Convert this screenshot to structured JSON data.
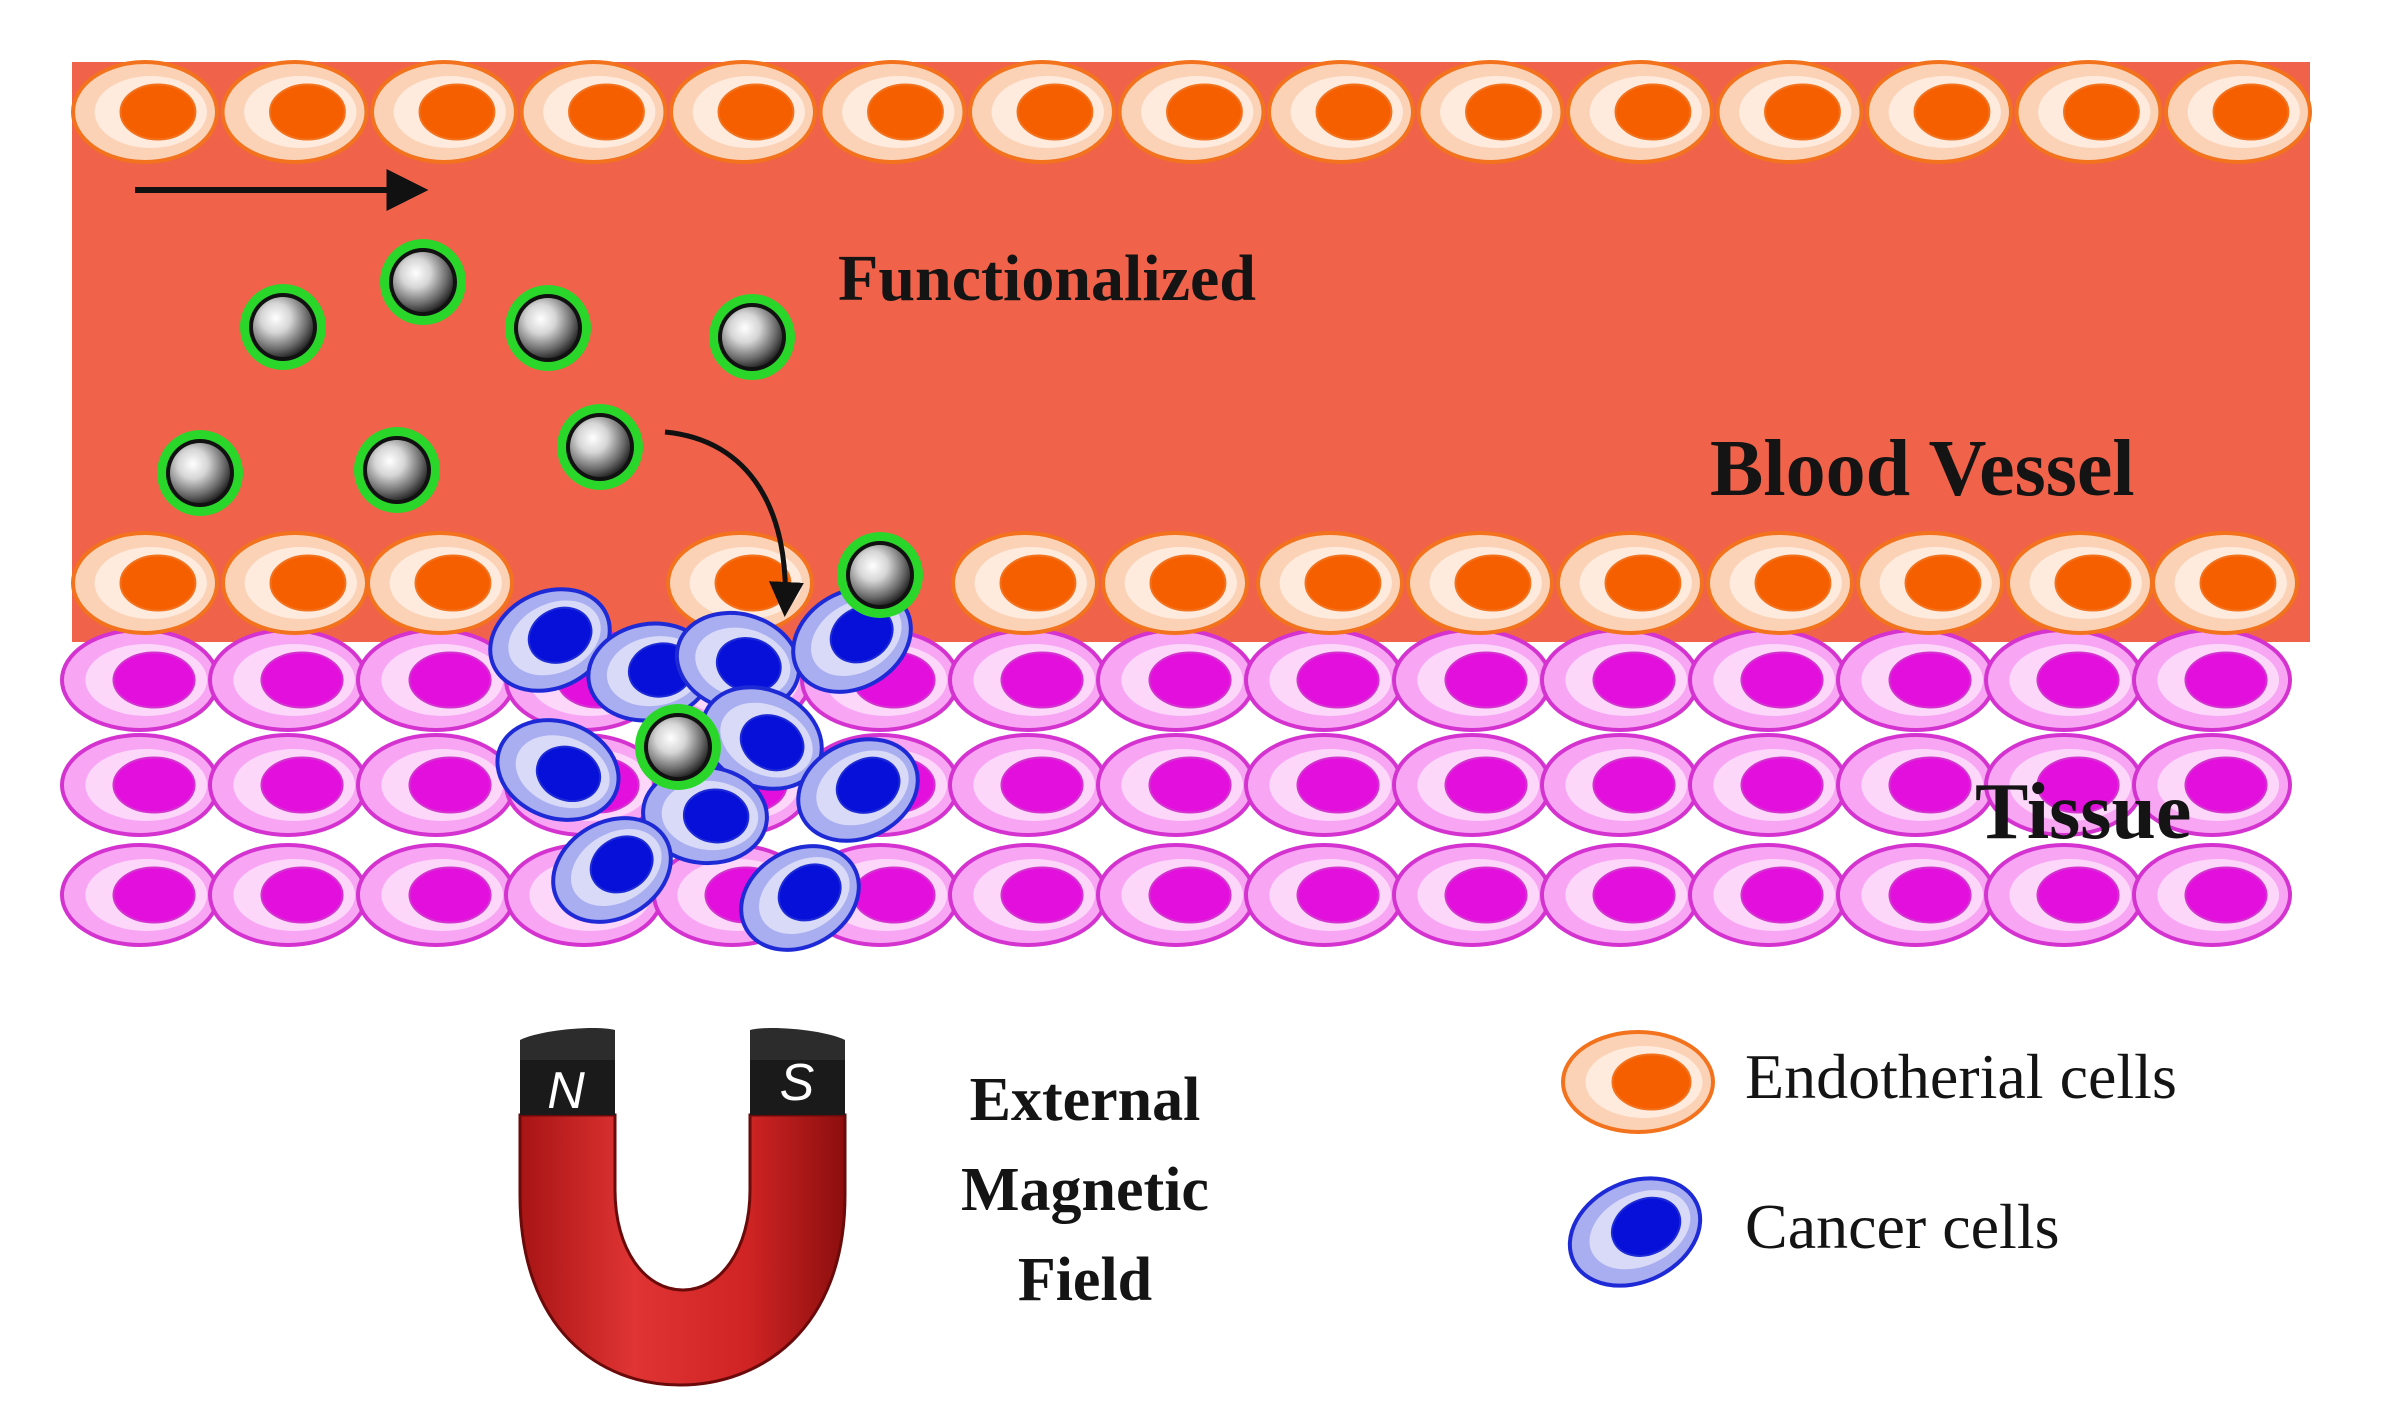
{
  "labels": {
    "functionalized": "Functionalized",
    "blood_vessel": "Blood Vessel",
    "tissue": "Tissue",
    "magnet_line1": "External",
    "magnet_line2": "Magnetic",
    "magnet_line3": "Field",
    "magnet_north": "N",
    "magnet_south": "S"
  },
  "legend": [
    {
      "label": "Endotherial cells",
      "icon": "endothelial-cell-icon"
    },
    {
      "label": "Cancer cells",
      "icon": "cancer-cell-icon"
    }
  ],
  "colors": {
    "vessel": "#f0624a",
    "endothelial_outer": "#fcd2b6",
    "endothelial_border": "#f2721e",
    "endothelial_nucleus": "#f55f00",
    "tissue_outer": "#f8a6f4",
    "tissue_border": "#d433d0",
    "tissue_nucleus": "#e310dd",
    "cancer_outer": "#a9aef0",
    "cancer_border": "#1d2ad6",
    "cancer_nucleus": "#0610d8",
    "particle_ring": "#2bd62b",
    "magnet_red": "#d8282a",
    "magnet_black": "#1a1a1a"
  }
}
